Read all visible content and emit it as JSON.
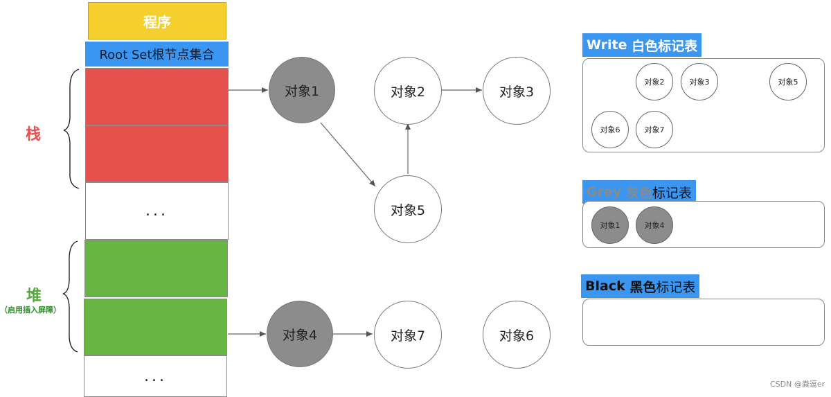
{
  "program": "程序",
  "root_set": "Root Set根节点集合",
  "stack": {
    "label": "栈",
    "ellipsis": "..."
  },
  "heap": {
    "label": "堆",
    "note": "（启用插入屏障）",
    "ellipsis": "..."
  },
  "objects": {
    "o1": "对象1",
    "o2": "对象2",
    "o3": "对象3",
    "o4": "对象4",
    "o5": "对象5",
    "o6": "对象6",
    "o7": "对象7"
  },
  "tables": {
    "white": {
      "title_en": "Write",
      "title_cn_bold": "白色",
      "title_cn": "标记表",
      "items": [
        "对象2",
        "对象3",
        "对象5",
        "对象6",
        "对象7"
      ]
    },
    "grey": {
      "title_en": "Grey",
      "title_cn_bold": "灰色",
      "title_cn": "标记表",
      "items": [
        "对象1",
        "对象4"
      ]
    },
    "black": {
      "title_en": "Black",
      "title_cn_bold": "黑色",
      "title_cn": "标记表",
      "items": []
    }
  },
  "colors": {
    "program": "#f4cf2d",
    "root_set": "#3b96f2",
    "stack": "#e5524e",
    "heap": "#67b543",
    "grey_node": "#8c8c8c"
  },
  "watermark": "CSDN @粪逗er"
}
